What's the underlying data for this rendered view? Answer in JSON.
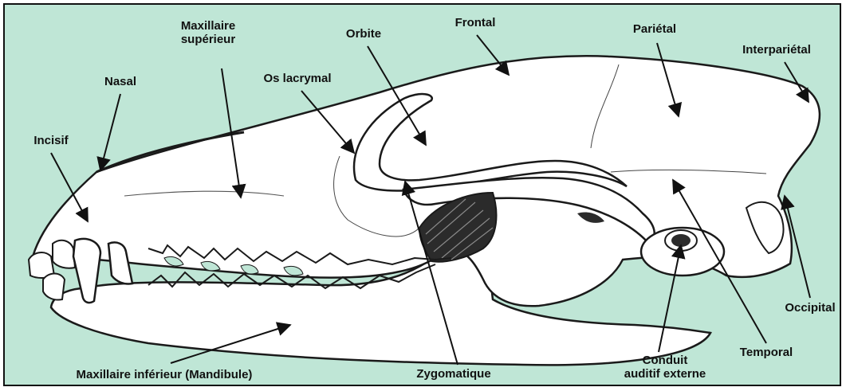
{
  "colors": {
    "background": "#bfe6d6",
    "bone": "#ffffff",
    "ink": "#1a1a1a",
    "cavity": "#2b2b2b"
  },
  "labels": {
    "maxillaire_superieur": "Maxillaire\nsupérieur",
    "orbite": "Orbite",
    "frontal": "Frontal",
    "parietal": "Pariétal",
    "interparietal": "Interpariétal",
    "nasal": "Nasal",
    "os_lacrymal": "Os lacrymal",
    "incisif": "Incisif",
    "occipital": "Occipital",
    "temporal": "Temporal",
    "conduit_auditif_externe": "Conduit\nauditif externe",
    "zygomatique": "Zygomatique",
    "maxillaire_inferieur": "Maxillaire inférieur (Mandibule)"
  }
}
